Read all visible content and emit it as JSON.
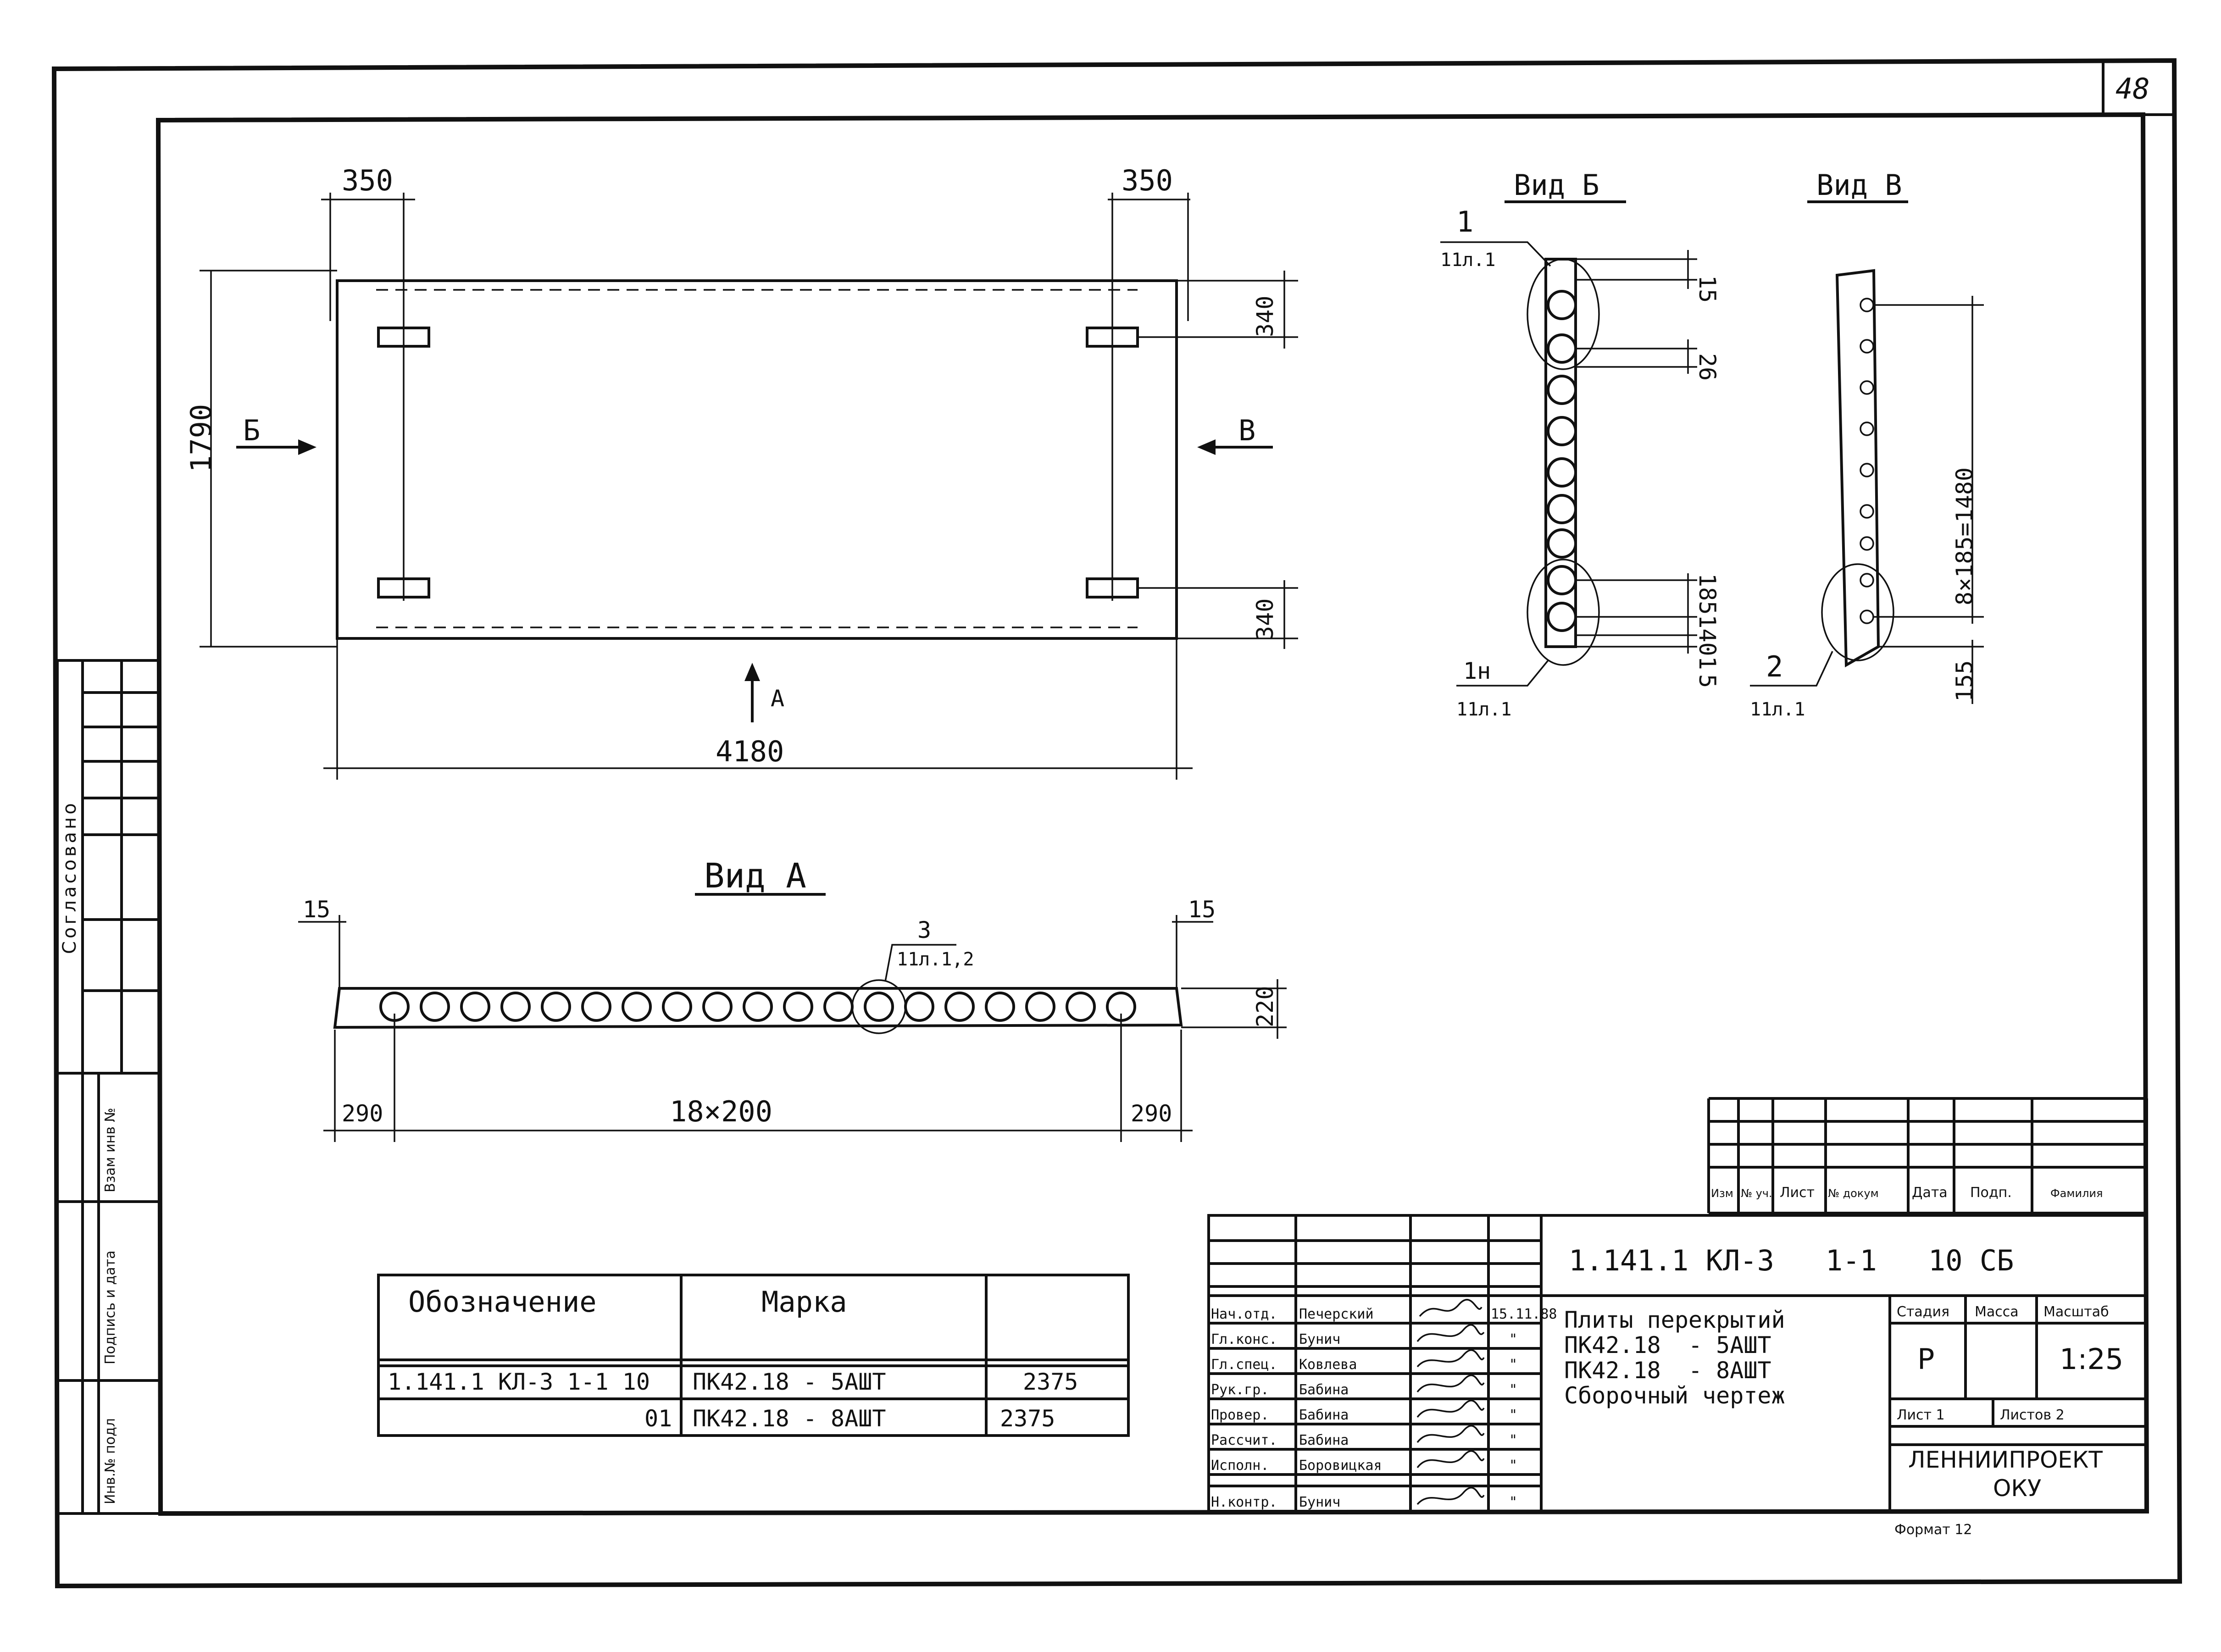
{
  "sheet_number": "48",
  "plan": {
    "dim_top_left": "350",
    "dim_top_right": "350",
    "dim_height": "1790",
    "dim_right_top": "340",
    "dim_right_bottom": "340",
    "dim_length": "4180",
    "arrow_b_label": "Б",
    "arrow_v_label": "В",
    "arrow_a_label": "А"
  },
  "view_b": {
    "title": "Вид Б",
    "callout_top_num": "1",
    "callout_top_ref": "11л.1",
    "callout_bottom_num": "1н",
    "callout_bottom_ref": "11л.1",
    "dim_15_top": "15",
    "dim_26": "26",
    "dim_bottom": "1851401",
    "dim_bottom_15": "5"
  },
  "view_v": {
    "title": "Вид В",
    "dim_span": "8×185=1480",
    "dim_155": "155",
    "callout_num": "2",
    "callout_ref": "11л.1"
  },
  "view_a": {
    "title": "Вид А",
    "dim_left_15": "15",
    "dim_right_15": "15",
    "dim_220": "220",
    "callout_num": "3",
    "callout_ref": "11л.1,2",
    "dim_left_290": "290",
    "dim_spacing": "18×200",
    "dim_right_290": "290"
  },
  "spec_table": {
    "headers": [
      "Обозначение",
      "Марка",
      ""
    ],
    "rows": [
      [
        "1.141.1 КЛ-3 1-1 10",
        "ПК42.18 - 5АШТ",
        "2375"
      ],
      [
        "01",
        "ПК42.18 - 8АШТ",
        "2375"
      ]
    ]
  },
  "left_strip": {
    "agreed": "Согласовано",
    "swap_inv": "Взам инв №",
    "sign_date": "Подпись и дата",
    "inv_orig": "Инв.№ подл"
  },
  "revision_table": {
    "headers": [
      "Изм",
      "№ уч.",
      "Лист",
      "№ докум",
      "Дата",
      "Подп.",
      "Фамилия"
    ]
  },
  "title_block": {
    "doc_code": "1.141.1 КЛ-3   1-1   10 СБ",
    "title_lines": [
      "Плиты перекрытий",
      "ПК42.18  - 5АШТ",
      "ПК42.18  - 8АШТ",
      "Сборочный чертеж"
    ],
    "date": "15.11.88",
    "ditto": "\"",
    "roles": [
      {
        "role": "Нач.отд.",
        "name": "Печерский"
      },
      {
        "role": "Гл.конс.",
        "name": "Бунич"
      },
      {
        "role": "Гл.спец.",
        "name": "Ковлева"
      },
      {
        "role": "Рук.гр.",
        "name": "Бабина"
      },
      {
        "role": "Провер.",
        "name": "Бабина"
      },
      {
        "role": "Рассчит.",
        "name": "Бабина"
      },
      {
        "role": "Исполн.",
        "name": "Боровицкая"
      },
      {
        "role": "Н.контр.",
        "name": "Бунич"
      }
    ],
    "stage_label": "Стадия",
    "mass_label": "Масса",
    "scale_label": "Масштаб",
    "stage_value": "Р",
    "scale_value": "1:25",
    "sheet_label": "Лист 1",
    "sheets_label": "Листов 2",
    "org_line1": "ЛЕННИИПРОЕКТ",
    "org_line2": "ОКУ",
    "format": "Формат 12"
  }
}
